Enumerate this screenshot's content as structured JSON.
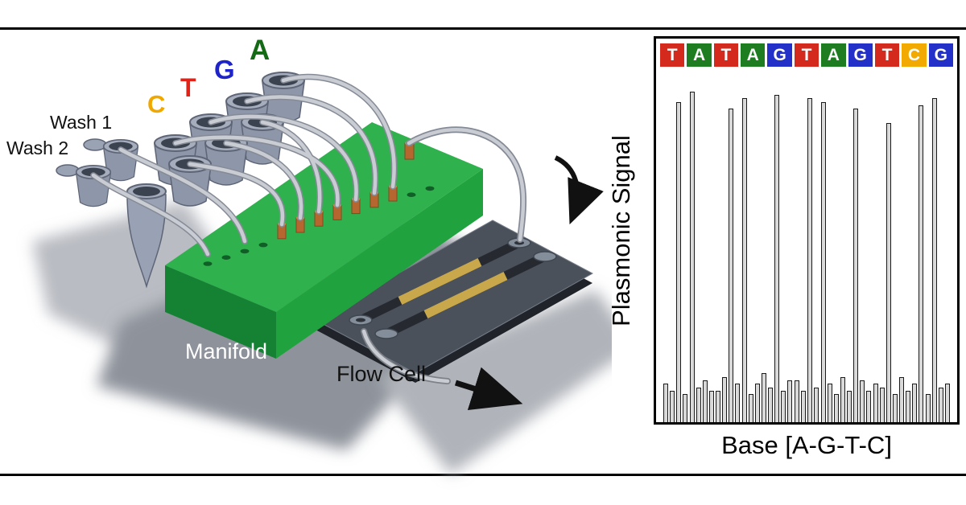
{
  "scene": {
    "labels": {
      "wash1": "Wash 1",
      "wash2": "Wash 2",
      "manifold": "Manifold",
      "flow_cell": "Flow Cell"
    },
    "reagents": [
      {
        "letter": "C",
        "color": "#f0a800"
      },
      {
        "letter": "T",
        "color": "#e02318"
      },
      {
        "letter": "G",
        "color": "#1f24c8"
      },
      {
        "letter": "A",
        "color": "#156b15"
      }
    ],
    "colors": {
      "manifold_top": "#2fb14d",
      "manifold_front": "#20a23e",
      "manifold_side": "#158233",
      "connector": "#b5672f",
      "gold_channel": "#c9a84c",
      "tubing": "#c9ccd2"
    }
  },
  "chart_data": {
    "type": "bar",
    "title": "",
    "ylabel": "Plasmonic Signal",
    "xlabel": "Base [A-G-T-C]",
    "flow_order": [
      "A",
      "G",
      "T",
      "C"
    ],
    "sequence": [
      {
        "base": "T",
        "color": "#d42a1e"
      },
      {
        "base": "A",
        "color": "#1d7d20"
      },
      {
        "base": "T",
        "color": "#d42a1e"
      },
      {
        "base": "A",
        "color": "#1d7d20"
      },
      {
        "base": "G",
        "color": "#2431c8"
      },
      {
        "base": "T",
        "color": "#d42a1e"
      },
      {
        "base": "A",
        "color": "#1d7d20"
      },
      {
        "base": "G",
        "color": "#2431c8"
      },
      {
        "base": "T",
        "color": "#d42a1e"
      },
      {
        "base": "C",
        "color": "#f2a900"
      },
      {
        "base": "G",
        "color": "#2431c8"
      }
    ],
    "groups": [
      [
        11,
        9,
        92,
        8
      ],
      [
        95,
        10,
        12,
        9
      ],
      [
        9,
        13,
        90,
        11
      ],
      [
        93,
        8,
        11,
        14
      ],
      [
        10,
        94,
        9,
        12
      ],
      [
        12,
        9,
        93,
        10
      ],
      [
        92,
        11,
        8,
        13
      ],
      [
        9,
        90,
        12,
        9
      ],
      [
        11,
        10,
        86,
        8
      ],
      [
        13,
        9,
        11,
        91
      ],
      [
        8,
        93,
        10,
        11
      ]
    ],
    "ylim": [
      0,
      100
    ],
    "bar_fill": "#d9d9d9",
    "bar_stroke": "#1a1a1a"
  }
}
